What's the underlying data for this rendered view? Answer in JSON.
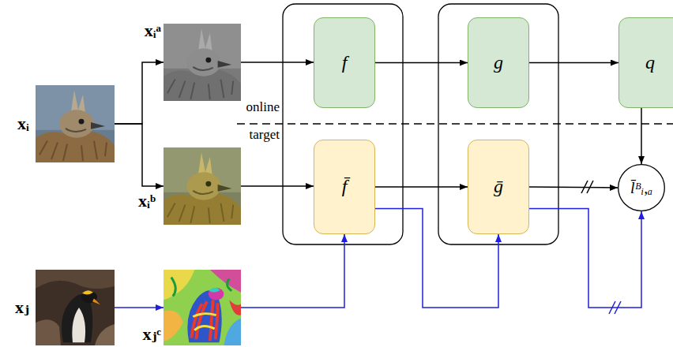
{
  "diagram": {
    "nodes": [
      {
        "text": [
          "xᵢ"
        ]
      },
      {
        "text": [
          "xᵢᵃ"
        ]
      },
      {
        "text": [
          "f"
        ]
      },
      {
        "text": [
          "g"
        ]
      },
      {
        "text": [
          "q"
        ]
      },
      {
        "text": [
          "xᵢᵇ"
        ]
      },
      {
        "text": [
          "f̄"
        ]
      },
      {
        "text": [
          "ḡ"
        ]
      },
      {
        "text": [
          "l̄ᴮᵢ,ₐ"
        ]
      },
      {
        "text": [
          "xⱼ"
        ]
      },
      {
        "text": [
          "xⱼᶜ"
        ]
      }
    ],
    "edges": [
      {
        "from": 0,
        "to": 1,
        "arrow": "to"
      },
      {
        "from": 0,
        "to": 5,
        "arrow": "to"
      },
      {
        "from": 1,
        "to": 2,
        "arrow": "to"
      },
      {
        "from": 2,
        "to": 3,
        "arrow": "to"
      },
      {
        "from": 3,
        "to": 4,
        "arrow": "to"
      },
      {
        "from": 4,
        "to": 8,
        "arrow": "to"
      },
      {
        "from": 5,
        "to": 6,
        "arrow": "to"
      },
      {
        "from": 6,
        "to": 7,
        "arrow": "to"
      },
      {
        "from": 7,
        "to": 8,
        "arrow": "to"
      },
      {
        "from": 9,
        "to": 10,
        "arrow": "to"
      },
      {
        "from": 10,
        "to": 6,
        "arrow": "to"
      },
      {
        "from": 6,
        "to": 7,
        "arrow": "to"
      },
      {
        "from": 7,
        "to": 8,
        "arrow": "to"
      }
    ],
    "labels": [
      "online",
      "target"
    ]
  }
}
